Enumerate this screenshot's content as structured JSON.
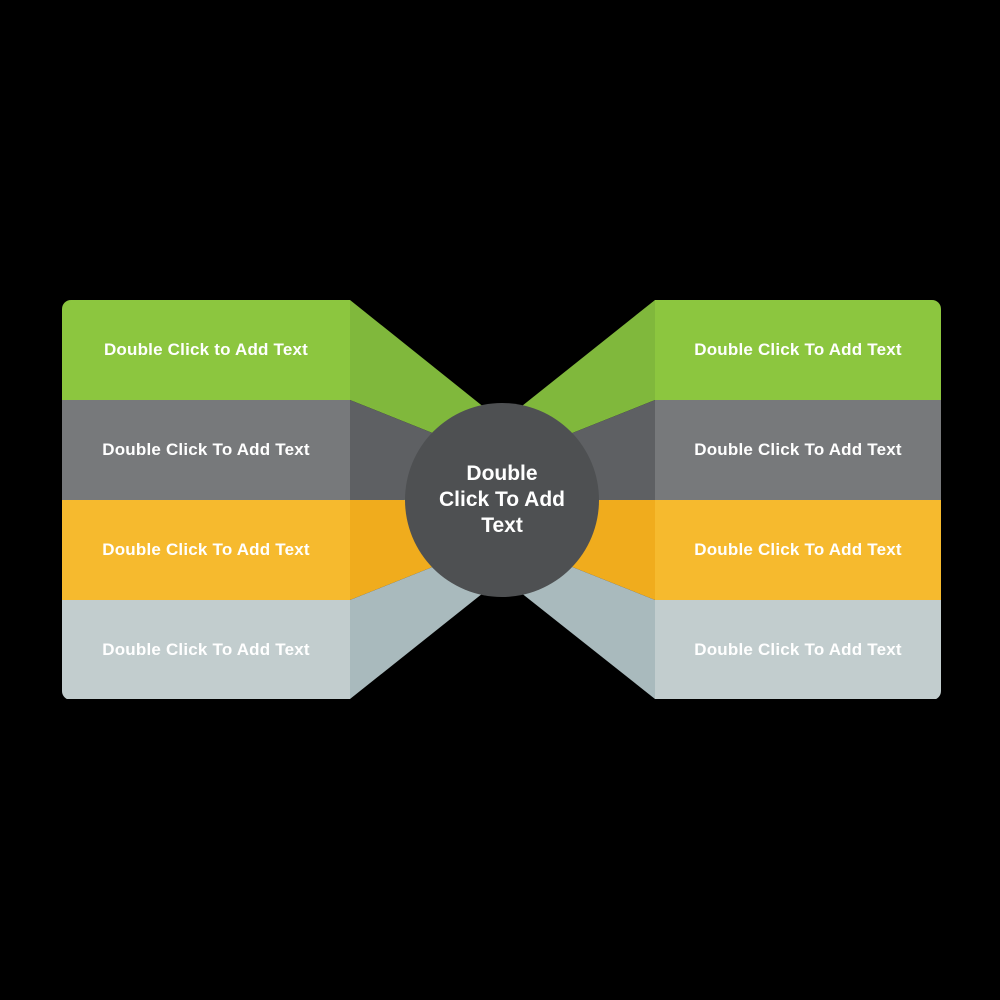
{
  "background_color": "#000000",
  "center": {
    "label": "Double\nClick To Add\nText",
    "color": "#4E5052",
    "text_color": "#FFFFFF"
  },
  "left": {
    "rows": [
      {
        "label": "Double Click to Add Text",
        "rect_color": "#8CC63F",
        "beam_color": "#80B83C"
      },
      {
        "label": "Double Click To Add Text",
        "rect_color": "#77797B",
        "beam_color": "#5E6063"
      },
      {
        "label": "Double Click To Add Text",
        "rect_color": "#F6BA2E",
        "beam_color": "#F0AC1D"
      },
      {
        "label": "Double Click To Add Text",
        "rect_color": "#C2CDCE",
        "beam_color": "#A9BABD"
      }
    ]
  },
  "right": {
    "rows": [
      {
        "label": "Double Click To Add Text",
        "rect_color": "#8CC63F",
        "beam_color": "#80B83C"
      },
      {
        "label": "Double Click To Add Text",
        "rect_color": "#77797B",
        "beam_color": "#5E6063"
      },
      {
        "label": "Double Click To Add Text",
        "rect_color": "#F6BA2E",
        "beam_color": "#F0AC1D"
      },
      {
        "label": "Double Click To Add Text",
        "rect_color": "#C2CDCE",
        "beam_color": "#A9BABD"
      }
    ]
  }
}
